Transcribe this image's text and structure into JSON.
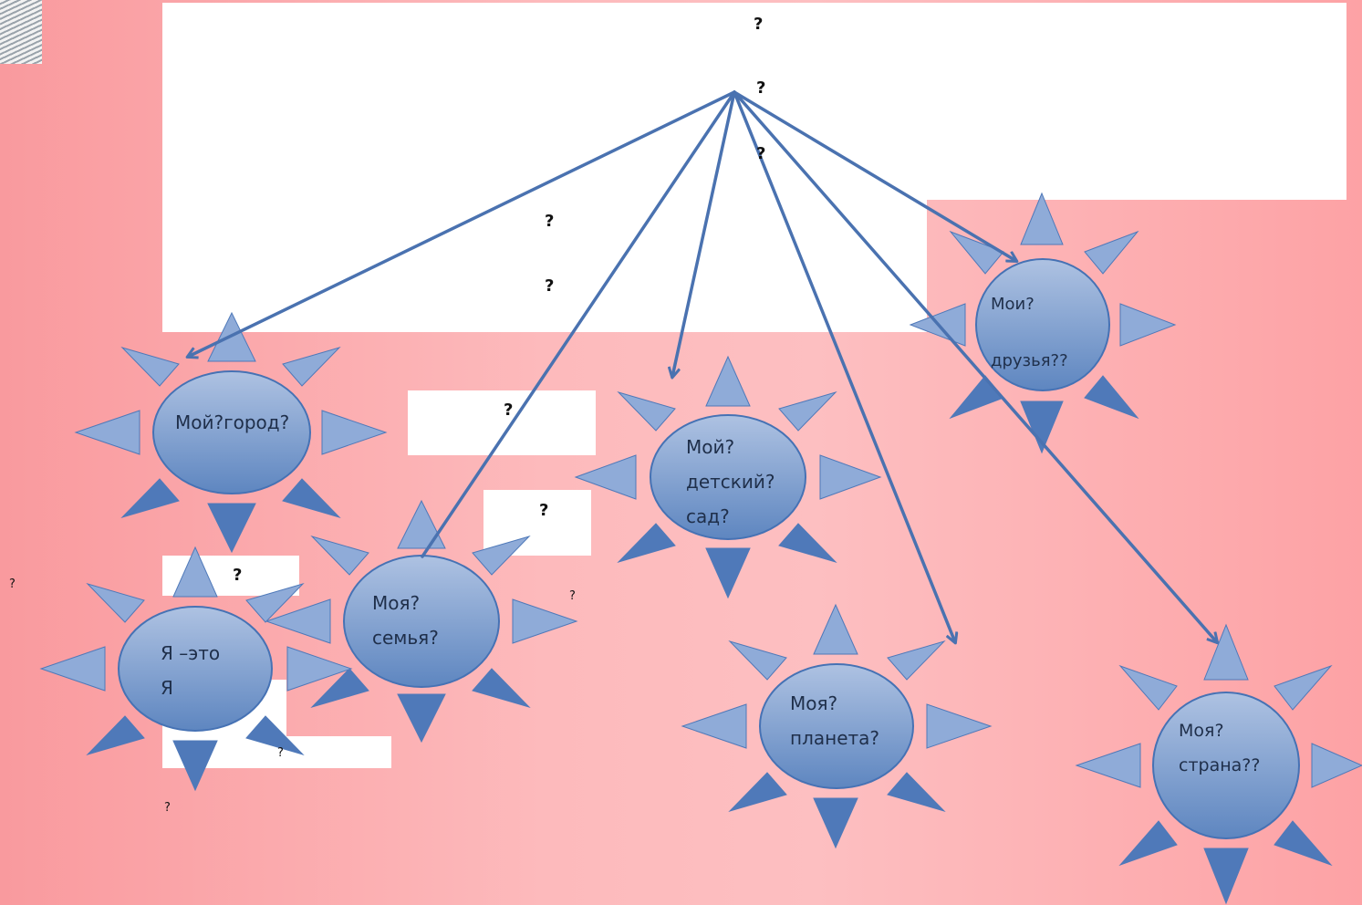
{
  "colors": {
    "sun_fill_top": "#aec2e2",
    "sun_fill_bottom": "#5e86c0",
    "sun_stroke": "#4672b4",
    "ray_light": "#8fabd8",
    "ray_dark": "#4f79b9",
    "arrow": "#4a72b0"
  },
  "diagram": {
    "glyph": "?",
    "suns": [
      {
        "id": "city",
        "lines": [
          "Мой?город?"
        ]
      },
      {
        "id": "family",
        "lines": [
          "Моя?",
          "семья?"
        ]
      },
      {
        "id": "kindergarten",
        "lines": [
          "Мой?",
          "детский?",
          "сад?"
        ]
      },
      {
        "id": "friends",
        "lines": [
          "Мои?",
          "друзья??"
        ]
      },
      {
        "id": "me",
        "lines": [
          "Я –это",
          "Я"
        ]
      },
      {
        "id": "planet",
        "lines": [
          "Моя?",
          "планета?"
        ]
      },
      {
        "id": "country",
        "lines": [
          "Моя?",
          "страна??"
        ]
      }
    ]
  }
}
